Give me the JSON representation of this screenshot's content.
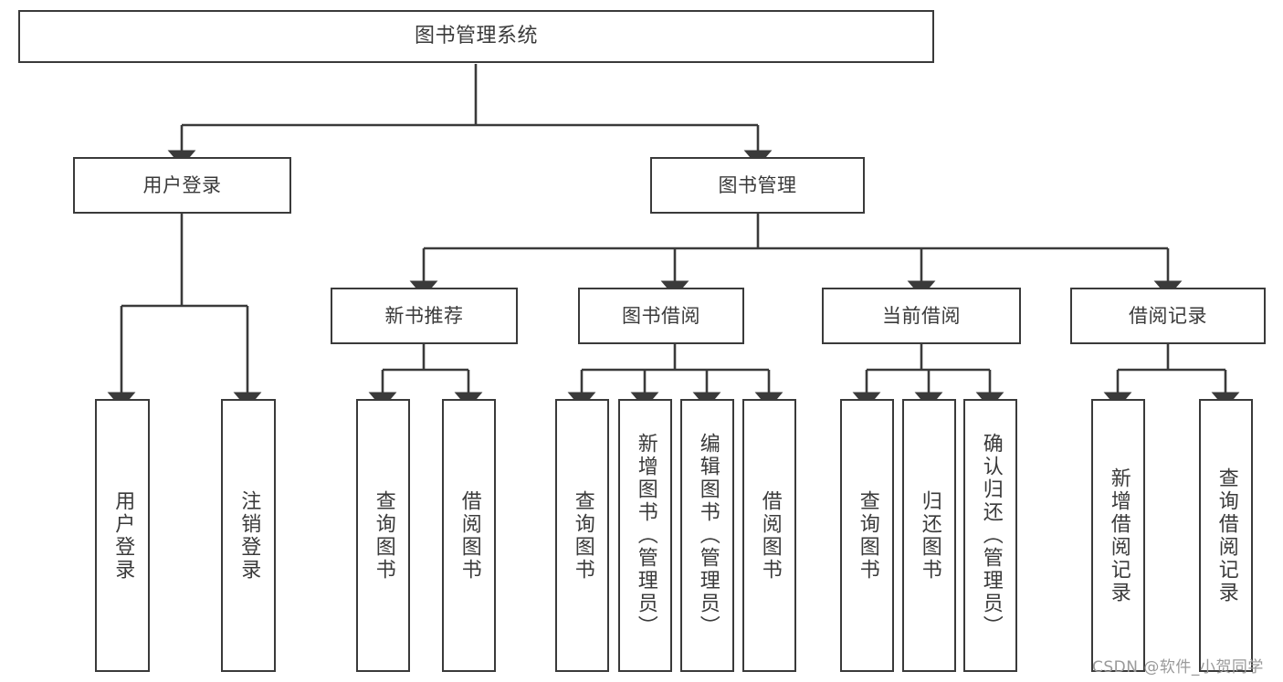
{
  "diagram": {
    "title": "图书管理系统",
    "type": "tree-hierarchy",
    "root": {
      "id": "root",
      "label": "图书管理系统"
    },
    "level1": [
      {
        "id": "user-login",
        "label": "用户登录"
      },
      {
        "id": "book-manage",
        "label": "图书管理"
      }
    ],
    "level2": [
      {
        "id": "new-book-recommend",
        "label": "新书推荐",
        "parent": "book-manage"
      },
      {
        "id": "book-borrow",
        "label": "图书借阅",
        "parent": "book-manage"
      },
      {
        "id": "current-borrow",
        "label": "当前借阅",
        "parent": "book-manage"
      },
      {
        "id": "borrow-record",
        "label": "借阅记录",
        "parent": "book-manage"
      }
    ],
    "leaves": [
      {
        "id": "leaf-user-login",
        "label": "用户登录",
        "parent": "user-login"
      },
      {
        "id": "leaf-logout-login",
        "label": "注销登录",
        "parent": "user-login"
      },
      {
        "id": "leaf-query-book-1",
        "label": "查询图书",
        "parent": "new-book-recommend"
      },
      {
        "id": "leaf-borrow-book-1",
        "label": "借阅图书",
        "parent": "new-book-recommend"
      },
      {
        "id": "leaf-query-book-2",
        "label": "查询图书",
        "parent": "book-borrow"
      },
      {
        "id": "leaf-add-book",
        "label": "新增图书（管理员）",
        "parent": "book-borrow"
      },
      {
        "id": "leaf-edit-book",
        "label": "编辑图书（管理员）",
        "parent": "book-borrow"
      },
      {
        "id": "leaf-borrow-book-2",
        "label": "借阅图书",
        "parent": "book-borrow"
      },
      {
        "id": "leaf-query-book-3",
        "label": "查询图书",
        "parent": "current-borrow"
      },
      {
        "id": "leaf-return-book",
        "label": "归还图书",
        "parent": "current-borrow"
      },
      {
        "id": "leaf-confirm-return",
        "label": "确认归还（管理员）",
        "parent": "current-borrow"
      },
      {
        "id": "leaf-add-record",
        "label": "新增借阅记录",
        "parent": "borrow-record"
      },
      {
        "id": "leaf-query-record",
        "label": "查询借阅记录",
        "parent": "borrow-record"
      }
    ],
    "watermark": "CSDN @软件_小贺同学",
    "colors": {
      "stroke": "#3a3a3a",
      "text": "#3a3a3a",
      "background": "#ffffff",
      "watermark": "#9a9a9a"
    }
  }
}
